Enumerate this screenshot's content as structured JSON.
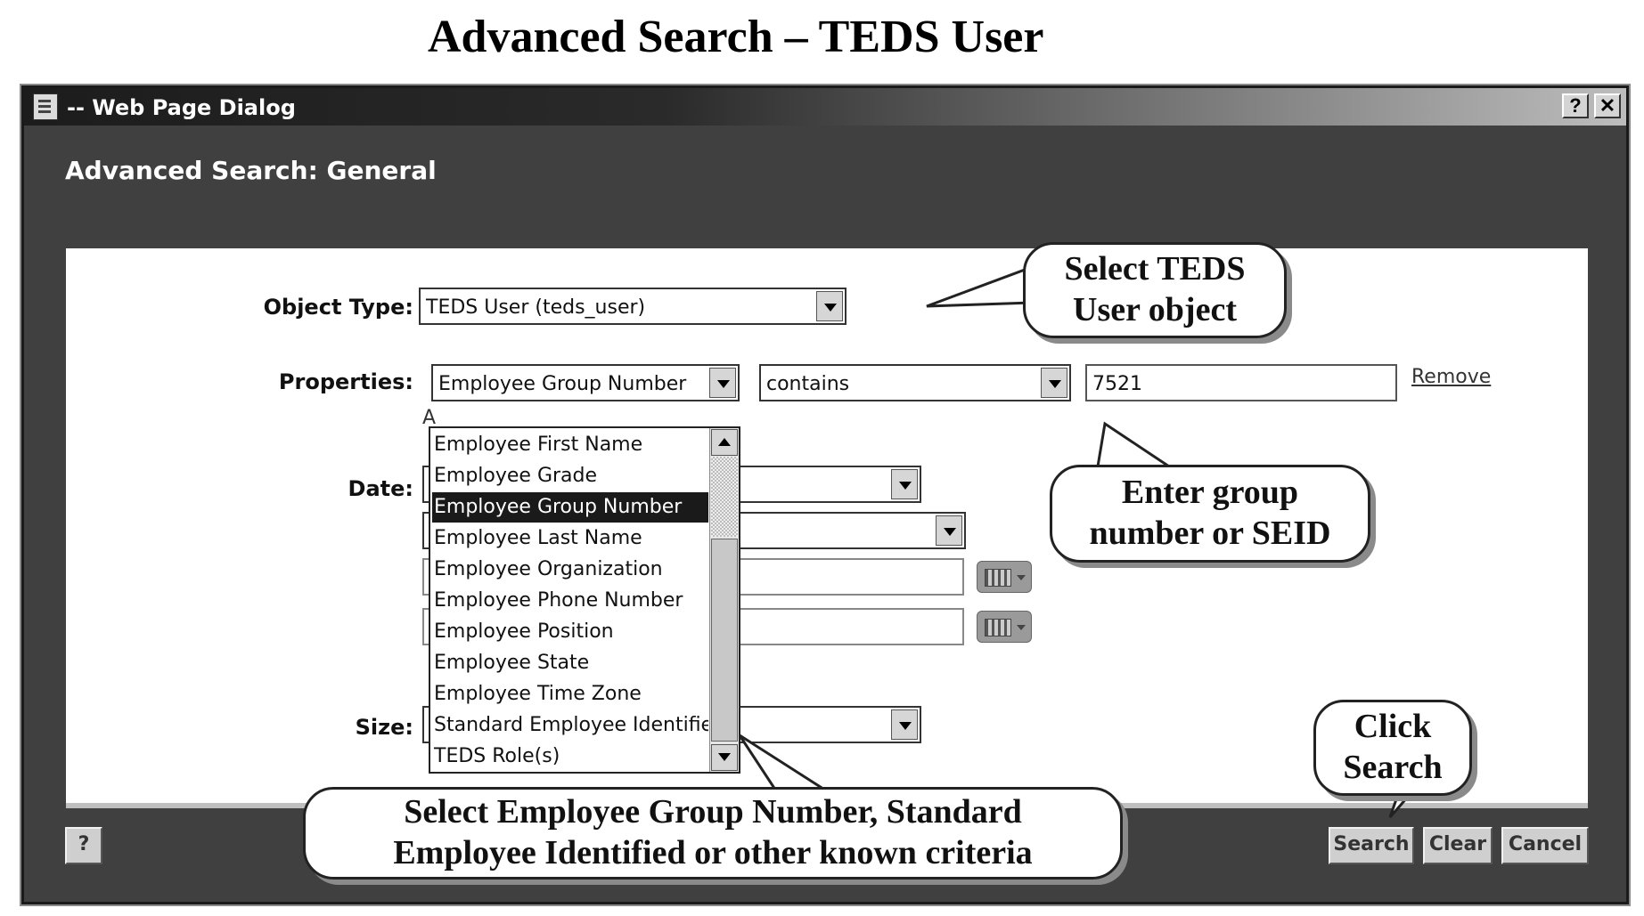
{
  "page_title": "Advanced Search – TEDS User",
  "dialog": {
    "title": "-- Web Page Dialog",
    "help_button": "?",
    "close_button": "✕",
    "heading": "Advanced Search: General"
  },
  "form": {
    "object_type": {
      "label": "Object Type:",
      "value": "TEDS User (teds_user)"
    },
    "properties": {
      "label": "Properties:",
      "property": "Employee Group Number",
      "operator": "contains",
      "value": "7521",
      "remove_link": "Remove",
      "add_link_partial": "A"
    },
    "date": {
      "label": "Date:"
    },
    "size": {
      "label": "Size:"
    }
  },
  "dropdown_options": [
    "Employee First Name",
    "Employee Grade",
    "Employee Group Number",
    "Employee Last Name",
    "Employee Organization",
    "Employee Phone Number",
    "Employee Position",
    "Employee State",
    "Employee Time Zone",
    "Standard Employee Identifie",
    "TEDS Role(s)"
  ],
  "dropdown_selected": "Employee Group Number",
  "footer": {
    "help_button": "?",
    "search_button": "Search",
    "clear_button": "Clear",
    "cancel_button": "Cancel"
  },
  "callouts": {
    "object_type": "Select TEDS\nUser object",
    "group_number": "Enter group\nnumber or SEID",
    "search": "Click\nSearch",
    "criteria": "Select Employee Group Number, Standard\nEmployee Identified or other known criteria"
  }
}
